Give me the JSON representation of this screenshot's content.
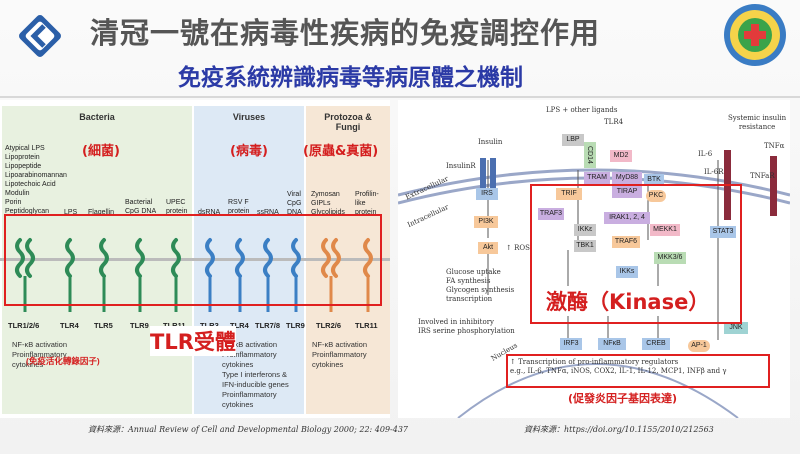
{
  "header": {
    "title": "清冠一號在病毒性疾病的免疫調控作用",
    "subtitle": "免疫系統辨識病毒等病原體之機制"
  },
  "left_figure": {
    "columns": [
      {
        "name": "Bacteria",
        "zh": "(細菌)"
      },
      {
        "name": "Viruses",
        "zh": "(病毒)"
      },
      {
        "name": "Protozoa &\nFungi",
        "zh": "(原蟲&真菌)"
      }
    ],
    "ligands": {
      "bacteria_list": "Atypical LPS\nLipoprotein\nLipopeptide\nLipoarabinomannan\nLipotechoic Acid\nModulin\nPorin\nPeptidoglycan",
      "lps": "LPS",
      "flagellin": "Flagellin",
      "cpg": "Bacterial\nCpG DNA",
      "upec": "UPEC\nprotein",
      "dsrna": "dsRNA",
      "rsvf": "RSV F\nprotein",
      "ssrna": "ssRNA",
      "viral_cpg": "Viral\nCpG\nDNA",
      "zymosan": "Zymosan\nGIPLs\nGlycolipids",
      "profilin": "Profilin-\nlike\nprotein"
    },
    "receptors": [
      "TLR1/2/6",
      "TLR4",
      "TLR5",
      "TLR9",
      "TLR11",
      "TLR3",
      "TLR4",
      "TLR7/8",
      "TLR9",
      "TLR2/6",
      "TLR11"
    ],
    "pathways": {
      "bacteria": "NF-κB activation\nProinflammatory\ncytokines",
      "bacteria_zh": "(免疫活化轉錄因子)",
      "viruses": "NF-κB activation\nProinflammatory\ncytokines\nType I interferons &\nIFN-inducible genes\nProinflammatory\ncytokines",
      "protozoa": "NF-κB activation\nProinflammatory\ncytokines"
    },
    "label_tlr": "TLR受體",
    "source": "資料來源：Annual Review of Cell and Developmental Biology 2000; 22: 409-437"
  },
  "right_figure": {
    "labels": {
      "lps": "LPS + other ligands",
      "tlr4": "TLR4",
      "insulin": "Insulin",
      "insulinr": "InsulinR",
      "extracellular": "Extracellular",
      "intracellular": "Intracellular",
      "systemic": "Systemic insulin\nresistance",
      "il6": "IL-6",
      "il6r": "IL-6R",
      "tnfa": "TNFα",
      "tnfar": "TNFaR",
      "glucose": "Glucose uptake\nFA synthesis\nGlycogen synthesis\ntranscription",
      "ros": "↑ ROS",
      "inhibitory": "Involved in inhibitory\nIRS serine phosphorylation",
      "nucleus": "Nucleus",
      "transcription": "↑ Transcription of pro-inflammatory regulators\ne.g., IL-6, TNFα, iNOS, COX2, IL-1, IL-12, MCP1, INFβ and γ"
    },
    "nodes": [
      "LBP",
      "CD14",
      "MD2",
      "TRAM",
      "MyD88",
      "BTK",
      "TRIF",
      "TIRAP",
      "PKC",
      "TRAF3",
      "IRAK1, 2, 4",
      "IKKε",
      "TRAF6",
      "MEKK1",
      "TBK1",
      "MKK3/6",
      "STAT3",
      "IRS",
      "PI3K",
      "Akt",
      "IKKs",
      "IRF3",
      "NFκB",
      "CREB",
      "AP-1",
      "JNK"
    ],
    "kinase_label": "激酶（Kinase）",
    "gene_label": "(促發炎因子基因表達)",
    "source": "資料來源：https://doi.org/10.1155/2010/212563"
  },
  "colors": {
    "title": "#555555",
    "subtitle": "#2b3aa6",
    "highlight": "#d41f1f"
  }
}
